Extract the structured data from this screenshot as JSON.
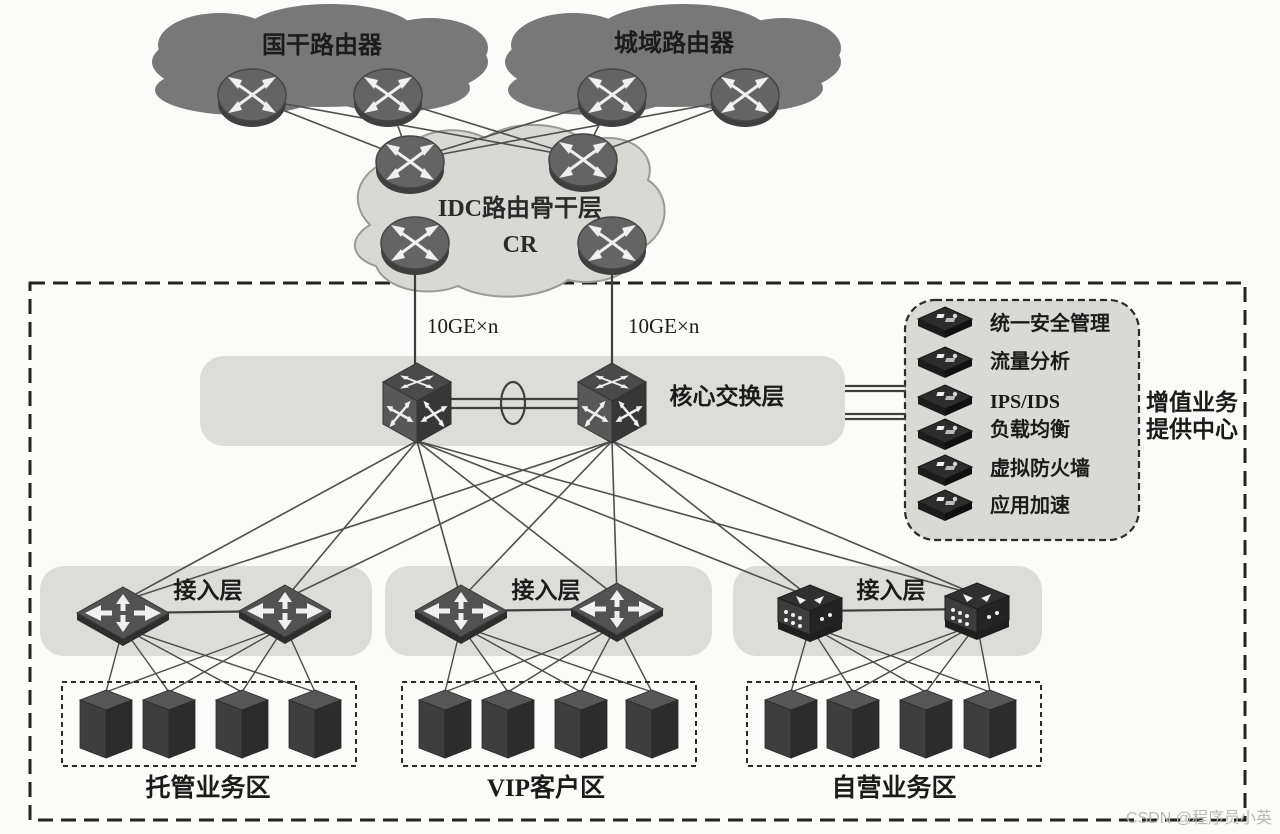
{
  "diagram": {
    "clouds": {
      "national_backbone_label": "国干路由器",
      "metro_label": "城域路由器",
      "idc_backbone_label": "IDC路由骨干层",
      "idc_backbone_sublabel": "CR"
    },
    "links": {
      "uplink_left_label": "10GE×n",
      "uplink_right_label": "10GE×n"
    },
    "core_layer_label": "核心交换层",
    "access_layer_labels": [
      "接入层",
      "接入层",
      "接入层"
    ],
    "value_added_center": {
      "services": [
        "统一安全管理",
        "流量分析",
        "IPS/IDS",
        "负载均衡",
        "虚拟防火墙",
        "应用加速"
      ],
      "title_line1": "增值业务",
      "title_line2": "提供中心"
    },
    "zones": [
      "托管业务区",
      "VIP客户区",
      "自营业务区"
    ],
    "watermark": "CSDN @程序员小英",
    "colors": {
      "band_fill": "#dcdcd8",
      "panel_fill": "#d9d9d5",
      "cloud_dark": "#787878",
      "cloud_light": "#d8d8d4",
      "device_dark": "#4a4a4a",
      "watermark": "#b8b8b8"
    }
  }
}
